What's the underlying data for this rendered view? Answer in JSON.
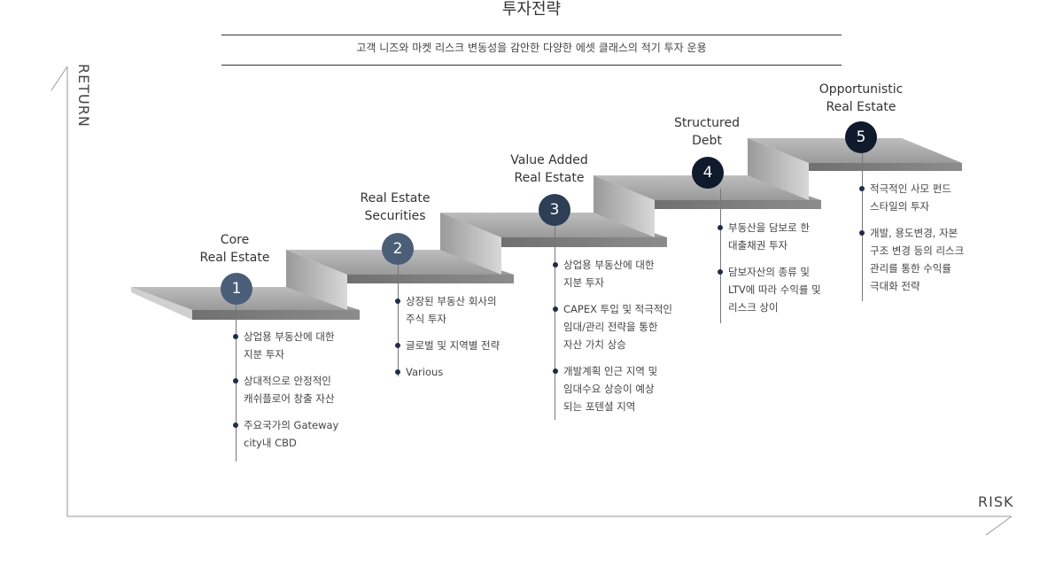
{
  "title": "투자전략",
  "subtitle": "고객 니즈와 마켓 리스크 변동성을 감안한 다양한 에셋 클래스의 적기 투자 운용",
  "axis": {
    "y_label": "RETURN",
    "x_label": "RISK"
  },
  "colors": {
    "badge_light": "#4a5e78",
    "badge_dark": "#0f1b2d",
    "bullet": "#1f2d4a"
  },
  "stages": [
    {
      "num": "1",
      "title": "Core\nReal Estate",
      "bullets": [
        "상업용 부동산에 대한\n지분 투자",
        "상대적으로 안정적인\n캐쉬플로어 창출 자산",
        "주요국가의 Gateway\ncity내 CBD"
      ]
    },
    {
      "num": "2",
      "title": "Real Estate\nSecurities",
      "bullets": [
        "상장된 부동산 회사의\n주식 투자",
        "글로벌 및 지역별 전략",
        "Various"
      ]
    },
    {
      "num": "3",
      "title": "Value Added\nReal Estate",
      "bullets": [
        "상업용 부동산에 대한\n지분 투자",
        "CAPEX 투입 및 적극적인\n임대/관리 전략을 통한\n자산 가치 상승",
        "개발계획 인근 지역 및\n임대수요 상승이 예상\n되는 포텐셜 지역"
      ]
    },
    {
      "num": "4",
      "title": "Structured\nDebt",
      "bullets": [
        "부동산을 담보로 한\n대출채권 투자",
        "담보자산의 종류 및\nLTV에 따라 수익률 및\n리스크 상이"
      ]
    },
    {
      "num": "5",
      "title": "Opportunistic\nReal Estate",
      "bullets": [
        "적극적인 사모 펀드\n스타일의 투자",
        "개발, 용도변경, 자본\n구조 변경 등의 리스크\n관리를 통한 수익률\n극대화 전략"
      ]
    }
  ]
}
